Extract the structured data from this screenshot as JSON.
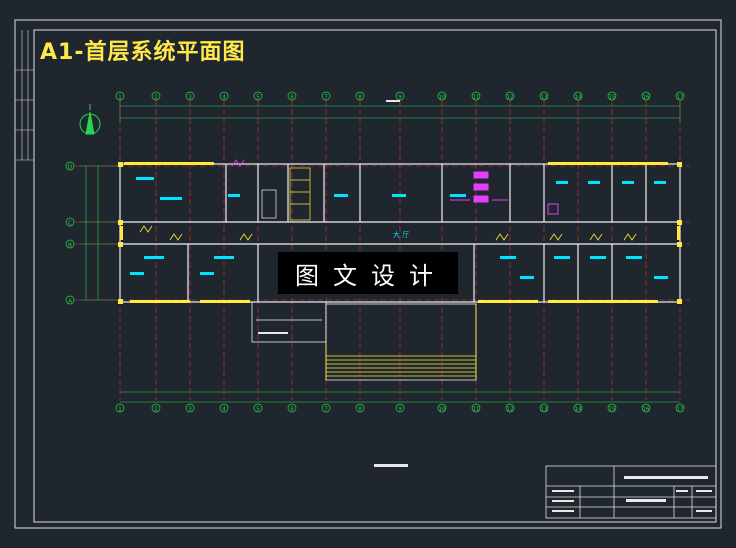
{
  "title": "A1-首层系统平面图",
  "watermark": "图文设计",
  "grid_labels_top": [
    "1",
    "2",
    "3",
    "4",
    "5",
    "6",
    "7",
    "8",
    "9",
    "10",
    "11",
    "12",
    "13",
    "14",
    "15",
    "16",
    "17"
  ],
  "grid_labels_left": [
    "D",
    "C",
    "B",
    "A"
  ],
  "rooms": {
    "hall": "大 厅"
  },
  "colors": {
    "background": "#1f262e",
    "frame": "#ffffff",
    "wall": "#ffffff",
    "column": "#ffeb3b",
    "axis": "#e0304a",
    "dimension": "#29d64a",
    "label": "#00e5ff",
    "fixture": "#e040fb",
    "title": "#ffe94a"
  },
  "icons": [
    "north-arrow-icon"
  ]
}
